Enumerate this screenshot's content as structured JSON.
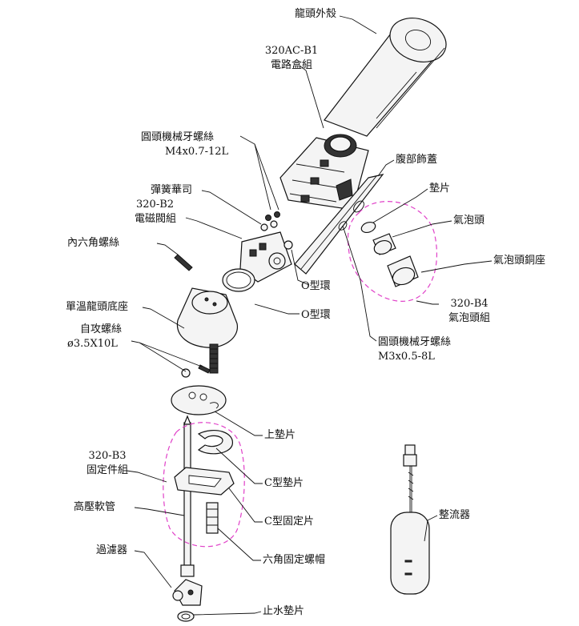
{
  "labels": {
    "nozzle_cover": "龍頭外殼",
    "circuit_model": "320AC-B1",
    "circuit_name": "電路盒組",
    "screw_round_a": "圓頭機械牙螺絲",
    "screw_round_a_spec": "M4x0.7-12L",
    "belly_cover": "腹部飾蓋",
    "spring_washer": "彈簧華司",
    "gasket": "墊片",
    "valve_model": "320-B2",
    "valve_name": "電磁閥組",
    "aerator": "氣泡頭",
    "aerator_seat": "氣泡頭銅座",
    "hex_socket_screw": "內六角螺絲",
    "o_ring_1": "O型環",
    "base": "單溫龍頭底座",
    "o_ring_2": "O型環",
    "aerator_group_model": "320-B4",
    "aerator_group_name": "氣泡頭組",
    "screw_round_b": "圓頭機械牙螺絲",
    "screw_round_b_spec": "M3x0.5-8L",
    "tapping_screw": "自攻螺絲",
    "tapping_screw_spec": "ø3.5X10L",
    "upper_gasket": "上墊片",
    "fixing_model": "320-B3",
    "fixing_name": "固定件組",
    "c_washer": "C型墊片",
    "hose": "高壓軟管",
    "c_fixing": "C型固定片",
    "rectifier": "整流器",
    "hex_nut": "六角固定螺帽",
    "filter": "過濾器",
    "stop_gasket": "止水墊片"
  },
  "colors": {
    "line": "#111111",
    "group_outline": "#e040c8",
    "part_fill": "#f4f4f4"
  }
}
